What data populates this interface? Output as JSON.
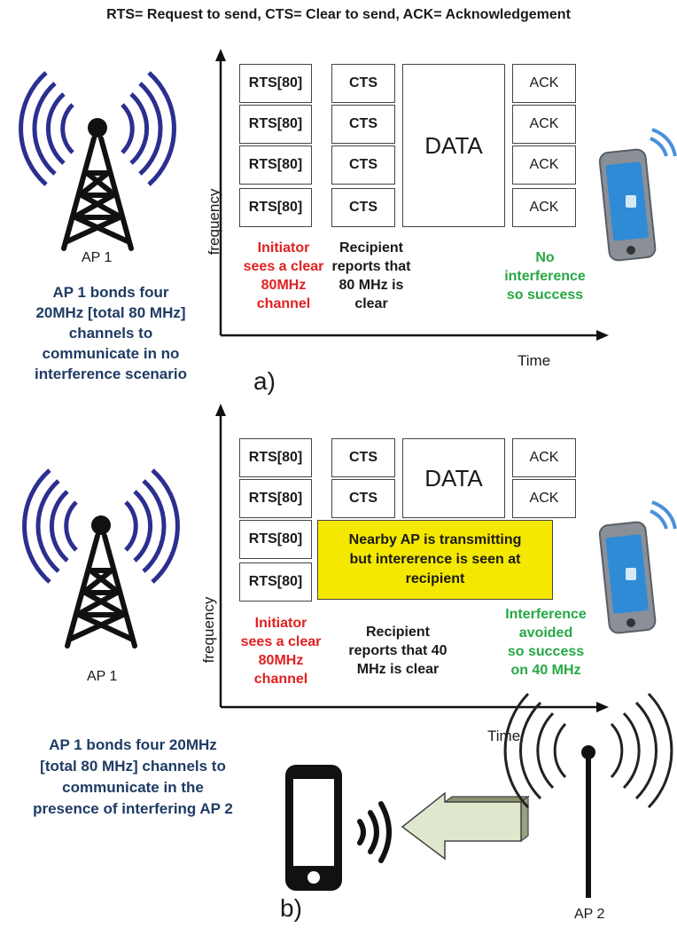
{
  "legend": "RTS= Request to send, CTS= Clear to send, ACK= Acknowledgement",
  "axes": {
    "y_label": "frequency",
    "x_label": "Time"
  },
  "panel_a": {
    "label": "a)",
    "ap_label": "AP 1",
    "rts": [
      "RTS[80]",
      "RTS[80]",
      "RTS[80]",
      "RTS[80]"
    ],
    "cts": [
      "CTS",
      "CTS",
      "CTS",
      "CTS"
    ],
    "data": "DATA",
    "ack": [
      "ACK",
      "ACK",
      "ACK",
      "ACK"
    ],
    "initiator_caption": [
      "Initiator",
      "sees a clear",
      "80MHz",
      "channel"
    ],
    "recipient_caption": [
      "Recipient",
      "reports that",
      "80 MHz is",
      "clear"
    ],
    "result_caption": [
      "No",
      "interference",
      "so success"
    ],
    "description": [
      "AP 1 bonds four",
      "20MHz [total 80 MHz]",
      "channels to",
      "communicate in no",
      "interference scenario"
    ]
  },
  "panel_b": {
    "label": "b)",
    "ap_label": "AP 1",
    "ap2_label": "AP 2",
    "rts": [
      "RTS[80]",
      "RTS[80]",
      "RTS[80]",
      "RTS[80]"
    ],
    "cts": [
      "CTS",
      "CTS"
    ],
    "data": "DATA",
    "ack": [
      "ACK",
      "ACK"
    ],
    "interference_box": [
      "Nearby AP is transmitting",
      "but intererence is seen at",
      "recipient"
    ],
    "initiator_caption": [
      "Initiator",
      "sees a clear",
      "80MHz",
      "channel"
    ],
    "recipient_caption": [
      "Recipient",
      "reports that 40",
      "MHz is clear"
    ],
    "result_caption": [
      "Interference",
      "avoided",
      "so success",
      "on 40 MHz"
    ],
    "description": [
      "AP 1 bonds four  20MHz",
      "[total 80 MHz] channels to",
      "communicate in the",
      "presence of interfering AP 2"
    ]
  },
  "colors": {
    "initiator": "#e02020",
    "success": "#27a844",
    "description": "#1f3b64",
    "interference": "#f5e800",
    "antenna_waves": "#2b2f8f"
  },
  "icons": [
    "tower-icon",
    "smartphone-icon",
    "mobile-phone-icon",
    "signal-waves-icon",
    "arrow-icon",
    "antenna-icon"
  ]
}
